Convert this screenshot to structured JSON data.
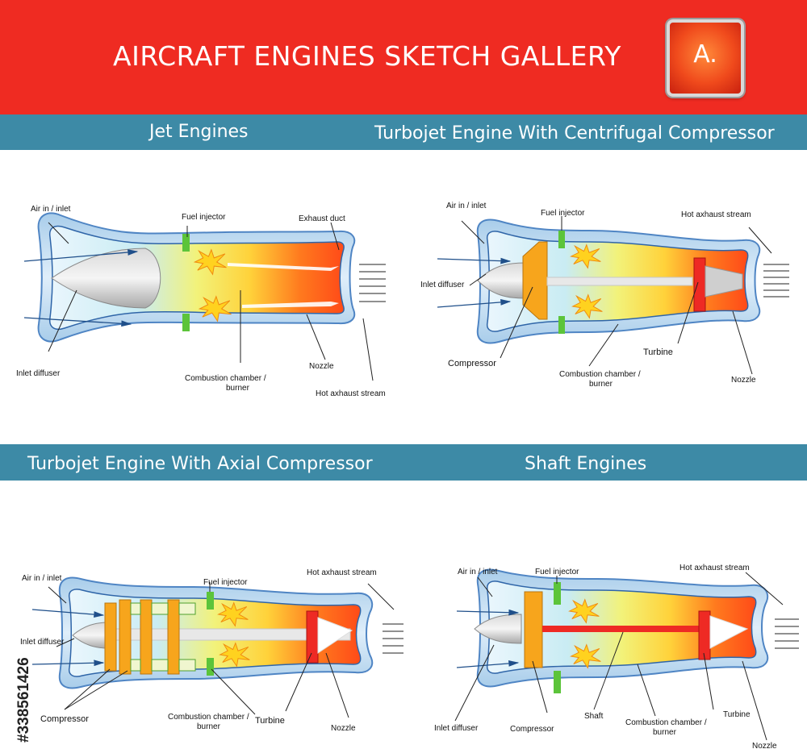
{
  "header": {
    "title": "AIRCRAFT ENGINES SKETCH GALLERY",
    "badge": "A."
  },
  "sections": {
    "jet": "Jet Engines",
    "centrifugal": "Turbojet Engine With Centrifugal Compressor",
    "axial": "Turbojet Engine With Axial Compressor",
    "shaft": "Shaft Engines"
  },
  "labels": {
    "jet": {
      "air_in": "Air in / inlet",
      "fuel_injector": "Fuel injector",
      "exhaust_duct": "Exhaust duct",
      "inlet_diffuser": "Inlet diffuser",
      "combustion_1": "Combustion chamber /",
      "combustion_2": "burner",
      "nozzle": "Nozzle",
      "hot_exhaust": "Hot axhaust stream"
    },
    "centrifugal": {
      "air_in": "Air in / inlet",
      "fuel_injector": "Fuel injector",
      "hot_exhaust": "Hot axhaust stream",
      "inlet_diffuser": "Inlet diffuser",
      "compressor": "Compressor",
      "turbine": "Turbine",
      "combustion_1": "Combustion chamber /",
      "combustion_2": "burner",
      "nozzle": "Nozzle"
    },
    "axial": {
      "air_in": "Air in / inlet",
      "fuel_injector": "Fuel injector",
      "hot_exhaust": "Hot axhaust stream",
      "inlet_diffuser": "Inlet diffuser",
      "compressor": "Compressor",
      "combustion_1": "Combustion chamber /",
      "combustion_2": "burner",
      "turbine": "Turbine",
      "nozzle": "Nozzle"
    },
    "shaft": {
      "air_in": "Air in / inlet",
      "fuel_injector": "Fuel injector",
      "hot_exhaust": "Hot axhaust stream",
      "inlet_diffuser": "Inlet diffuser",
      "compressor": "Compressor",
      "shaft": "Shaft",
      "combustion_1": "Combustion chamber /",
      "combustion_2": "burner",
      "turbine": "Turbine",
      "nozzle": "Nozzle"
    }
  },
  "watermark": "#338561426",
  "colors": {
    "header_red": "#ef2b22",
    "band_blue": "#3d8aa6",
    "casing_blue": "#6fa8d8",
    "injector_green": "#5cc43a",
    "compressor_orange": "#f7a51c",
    "turbine_red": "#ee2a24"
  }
}
